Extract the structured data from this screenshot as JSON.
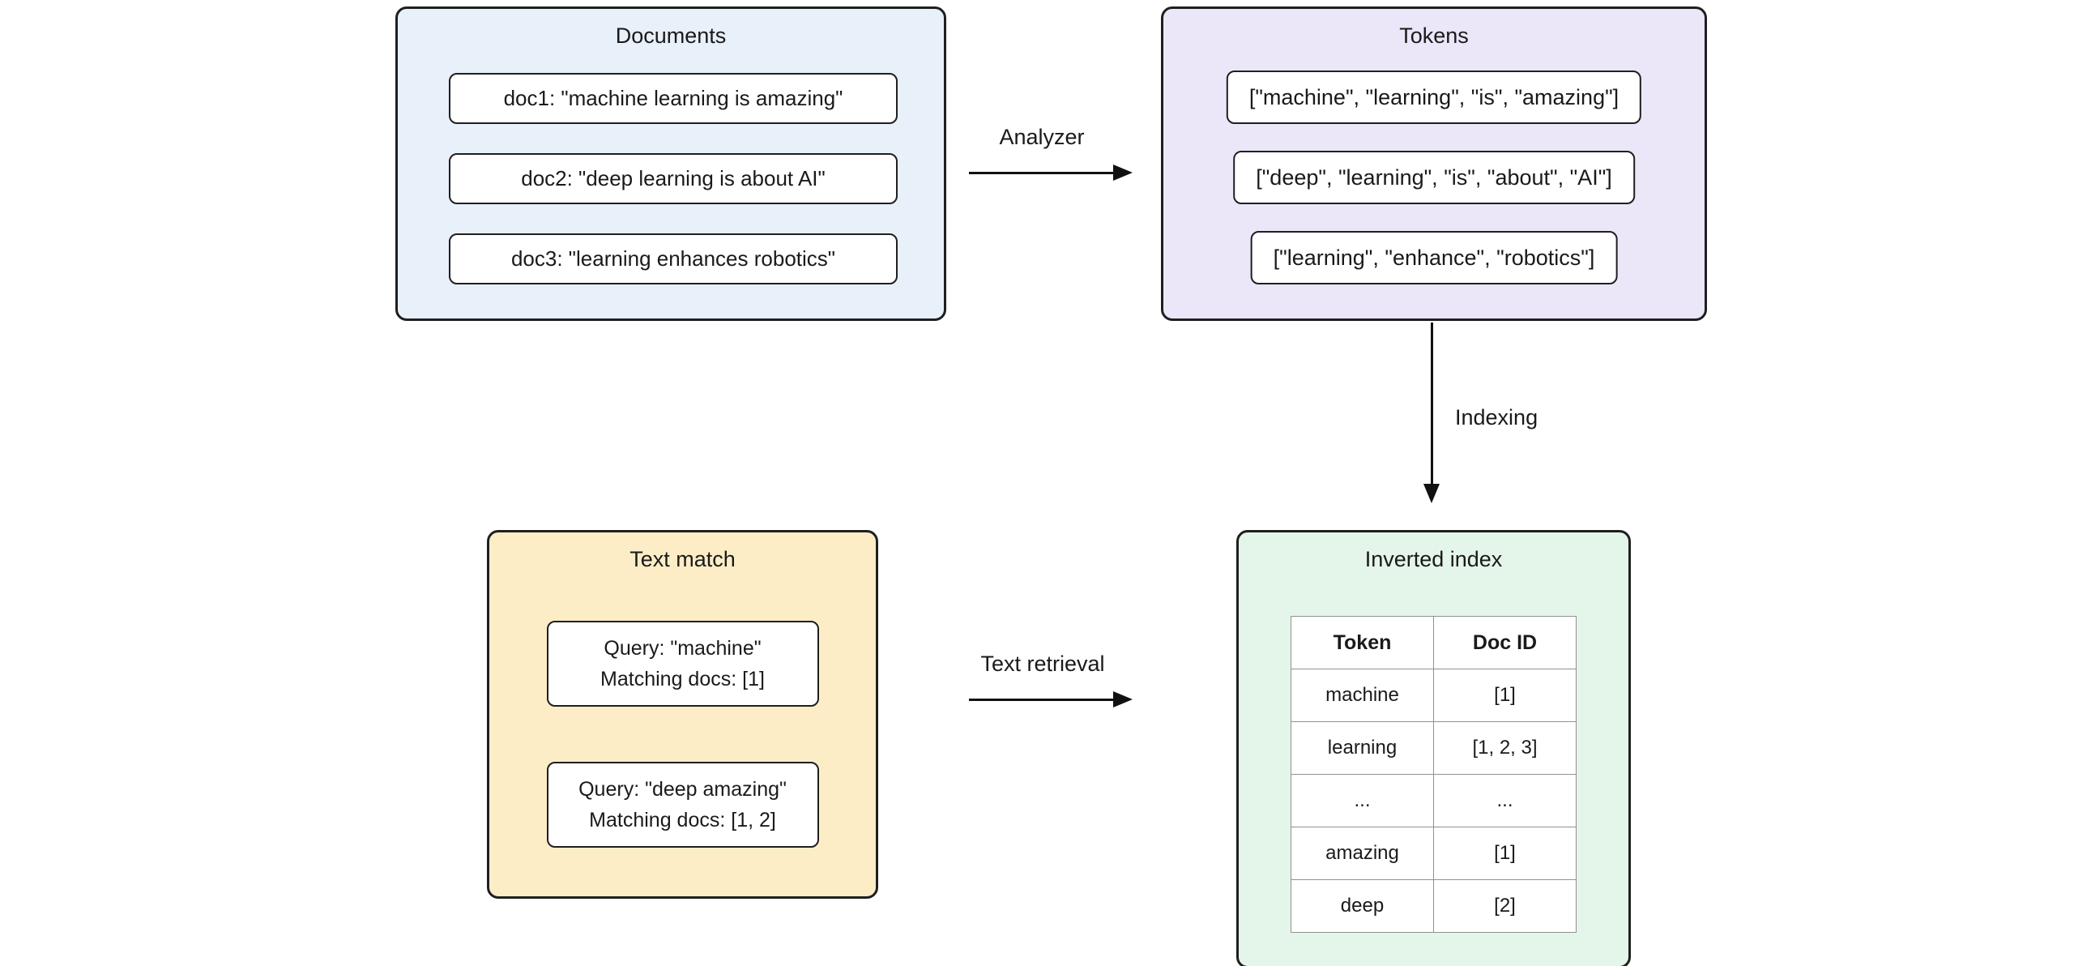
{
  "diagram": {
    "documents": {
      "title": "Documents",
      "items": [
        "doc1: \"machine learning is amazing\"",
        "doc2: \"deep learning is about AI\"",
        "doc3: \"learning enhances robotics\""
      ]
    },
    "tokens": {
      "title": "Tokens",
      "items": [
        "[\"machine\", \"learning\", \"is\", \"amazing\"]",
        "[\"deep\", \"learning\", \"is\", \"about\", \"AI\"]",
        "[\"learning\", \"enhance\", \"robotics\"]"
      ]
    },
    "text_match": {
      "title": "Text match",
      "items": [
        {
          "line1": "Query: \"machine\"",
          "line2": "Matching docs: [1]"
        },
        {
          "line1": "Query: \"deep amazing\"",
          "line2": "Matching docs: [1, 2]"
        }
      ]
    },
    "inverted_index": {
      "title": "Inverted index",
      "table": {
        "headers": [
          "Token",
          "Doc ID"
        ],
        "rows": [
          [
            "machine",
            "[1]"
          ],
          [
            "learning",
            "[1, 2, 3]"
          ],
          [
            "...",
            "..."
          ],
          [
            "amazing",
            "[1]"
          ],
          [
            "deep",
            "[2]"
          ]
        ]
      }
    },
    "edges": {
      "analyzer": "Analyzer",
      "indexing": "Indexing",
      "text_retrieval": "Text retrieval"
    },
    "colors": {
      "documents_fill": "#e8f0fa",
      "tokens_fill": "#ece6f9",
      "text_match_fill": "#fcedc6",
      "inverted_index_fill": "#e4f6e9",
      "border": "#1f1f1f",
      "arrow": "#111111"
    }
  }
}
